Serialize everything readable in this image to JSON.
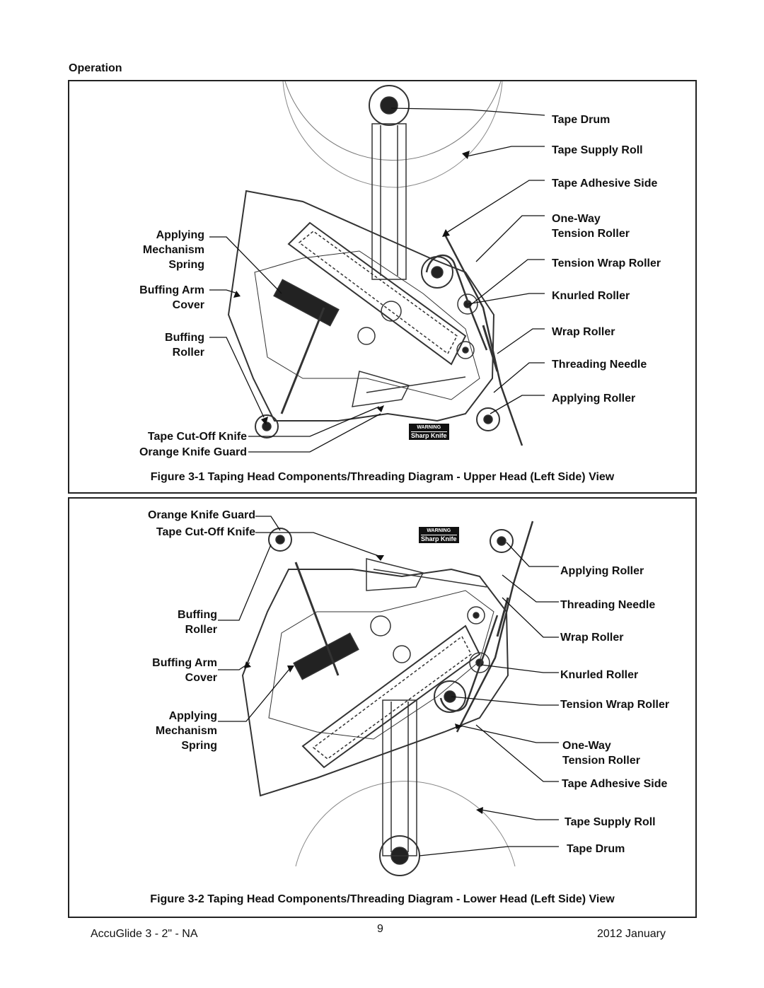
{
  "section_title": "Operation",
  "figure1": {
    "caption": "Figure 3-1   Taping Head Components/Threading Diagram - Upper Head (Left Side) View",
    "left_labels": {
      "applying_mechanism_spring": [
        "Applying",
        "Mechanism",
        "Spring"
      ],
      "buffing_arm_cover": [
        "Buffing Arm",
        "Cover"
      ],
      "buffing_roller": [
        "Buffing",
        "Roller"
      ],
      "tape_cutoff_knife": "Tape Cut-Off Knife",
      "orange_knife_guard": "Orange Knife Guard"
    },
    "right_labels": {
      "tape_drum": "Tape Drum",
      "tape_supply_roll": "Tape Supply Roll",
      "tape_adhesive_side": "Tape Adhesive Side",
      "one_way_tension_roller": [
        "One-Way",
        "Tension Roller"
      ],
      "tension_wrap_roller": "Tension Wrap Roller",
      "knurled_roller": "Knurled Roller",
      "wrap_roller": "Wrap Roller",
      "threading_needle": "Threading Needle",
      "applying_roller": "Applying Roller"
    },
    "warning_label": {
      "title": "WARNING",
      "text": "Sharp Knife"
    }
  },
  "figure2": {
    "caption": "Figure 3-2   Taping Head Components/Threading Diagram - Lower Head (Left Side) View",
    "left_labels": {
      "orange_knife_guard": "Orange Knife Guard",
      "tape_cutoff_knife": "Tape Cut-Off Knife",
      "buffing_roller": [
        "Buffing",
        "Roller"
      ],
      "buffing_arm_cover": [
        "Buffing Arm",
        "Cover"
      ],
      "applying_mechanism_spring": [
        "Applying",
        "Mechanism",
        "Spring"
      ]
    },
    "right_labels": {
      "applying_roller": "Applying Roller",
      "threading_needle": "Threading Needle",
      "wrap_roller": "Wrap Roller",
      "knurled_roller": "Knurled Roller",
      "tension_wrap_roller": "Tension Wrap Roller",
      "one_way_tension_roller": [
        "One-Way",
        "Tension Roller"
      ],
      "tape_adhesive_side": "Tape Adhesive Side",
      "tape_supply_roll": "Tape Supply Roll",
      "tape_drum": "Tape Drum"
    },
    "warning_label": {
      "title": "WARNING",
      "text": "Sharp Knife"
    }
  },
  "footer": {
    "left": "AccuGlide 3 - 2\" - NA",
    "page": "9",
    "right": "2012 January"
  }
}
